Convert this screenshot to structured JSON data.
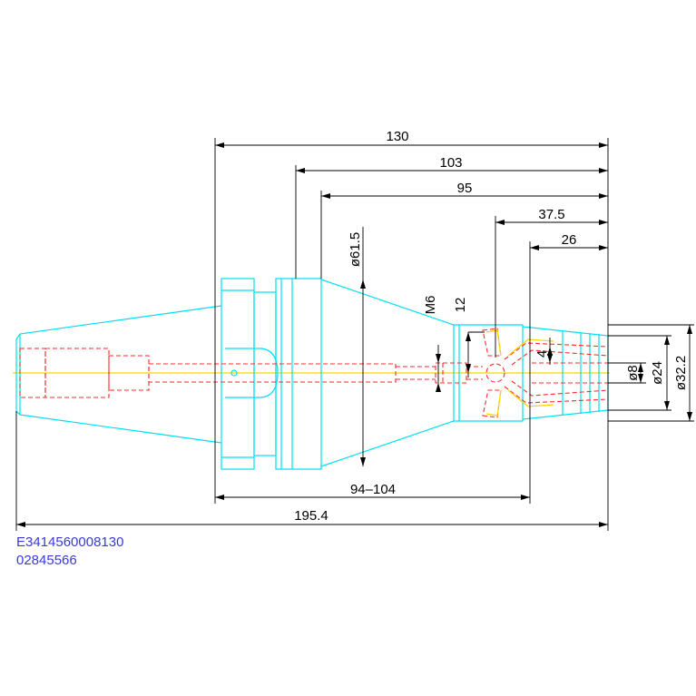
{
  "dimensions": {
    "overall_130": "130",
    "to_flange_103": "103",
    "to_taper_95": "95",
    "to_nut_37_5": "37.5",
    "to_collet_26": "26",
    "gauge_94_104": "94–104",
    "total_195_4": "195.4",
    "dia_61_5": "ø61.5",
    "thread_m6": "M6",
    "depth_12": "12",
    "small_4": "4",
    "dia_8": "ø8",
    "dia_24": "ø24",
    "dia_32_2": "ø32.2"
  },
  "part_codes": {
    "order_number": "E3414560008130",
    "item_number": "02845566"
  },
  "colors": {
    "outline": "#00e0f0",
    "hidden": "#ff2a2a",
    "centerline": "#ffd400",
    "dimension": "#000000",
    "code_text": "#3a3ad6"
  }
}
